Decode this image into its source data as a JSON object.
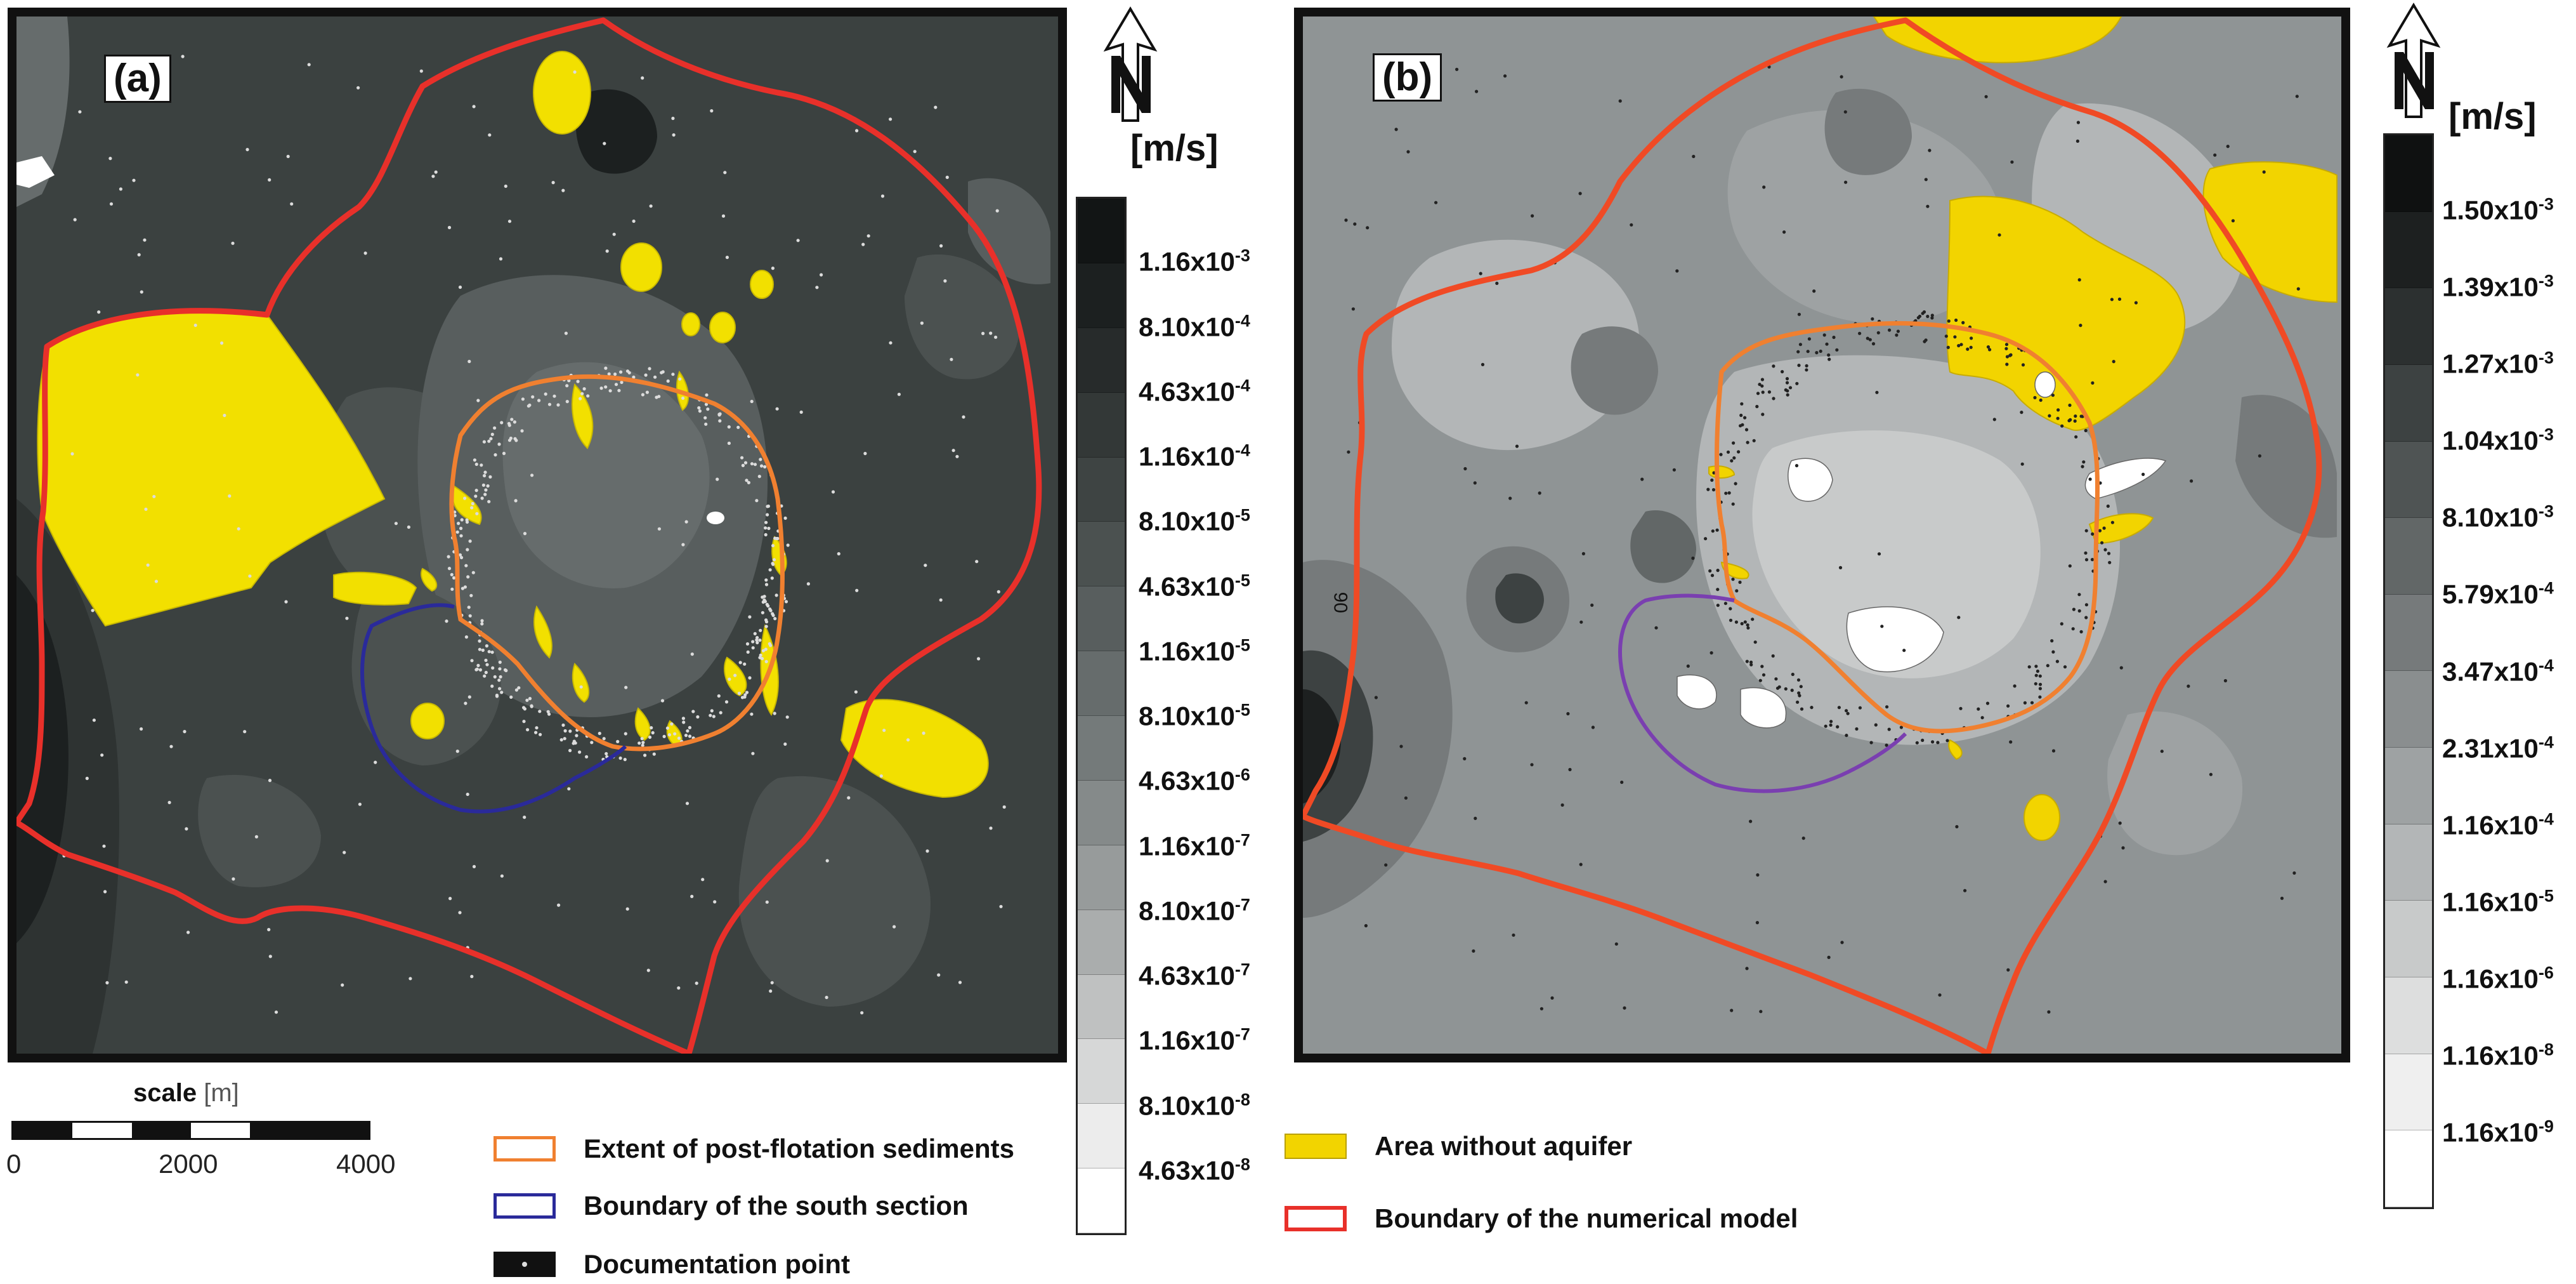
{
  "panel_a": {
    "label": "(a)",
    "unit": "[m/s]",
    "colorbar_labels": [
      {
        "base": "1.16x10",
        "exp": "-3"
      },
      {
        "base": "8.10x10",
        "exp": "-4"
      },
      {
        "base": "4.63x10",
        "exp": "-4"
      },
      {
        "base": "1.16x10",
        "exp": "-4"
      },
      {
        "base": "8.10x10",
        "exp": "-5"
      },
      {
        "base": "4.63x10",
        "exp": "-5"
      },
      {
        "base": "1.16x10",
        "exp": "-5"
      },
      {
        "base": "8.10x10",
        "exp": "-5"
      },
      {
        "base": "4.63x10",
        "exp": "-6"
      },
      {
        "base": "1.16x10",
        "exp": "-7"
      },
      {
        "base": "8.10x10",
        "exp": "-7"
      },
      {
        "base": "4.63x10",
        "exp": "-7"
      },
      {
        "base": "1.16x10",
        "exp": "-7"
      },
      {
        "base": "8.10x10",
        "exp": "-8"
      },
      {
        "base": "4.63x10",
        "exp": "-8"
      }
    ],
    "colorbar_colors": [
      "#121515",
      "#1c2020",
      "#272b2b",
      "#333837",
      "#3e4443",
      "#4b5150",
      "#585e5e",
      "#666c6c",
      "#747a7a",
      "#858a8a",
      "#979b9b",
      "#aaadad",
      "#bfc1c1",
      "#d6d7d7",
      "#ececec",
      "#ffffff"
    ]
  },
  "panel_b": {
    "label": "(b)",
    "unit": "[m/s]",
    "contour_label": "06",
    "colorbar_labels": [
      {
        "base": "1.50x10",
        "exp": "-3"
      },
      {
        "base": "1.39x10",
        "exp": "-3"
      },
      {
        "base": "1.27x10",
        "exp": "-3"
      },
      {
        "base": "1.04x10",
        "exp": "-3"
      },
      {
        "base": "8.10x10",
        "exp": "-3"
      },
      {
        "base": "5.79x10",
        "exp": "-4"
      },
      {
        "base": "3.47x10",
        "exp": "-4"
      },
      {
        "base": "2.31x10",
        "exp": "-4"
      },
      {
        "base": "1.16x10",
        "exp": "-4"
      },
      {
        "base": "1.16x10",
        "exp": "-5"
      },
      {
        "base": "1.16x10",
        "exp": "-6"
      },
      {
        "base": "1.16x10",
        "exp": "-8"
      },
      {
        "base": "1.16x10",
        "exp": "-9"
      }
    ],
    "colorbar_colors": [
      "#0f1111",
      "#1d2020",
      "#2c3030",
      "#3d4242",
      "#4f5454",
      "#626767",
      "#767a7b",
      "#8a8e8f",
      "#9ea2a3",
      "#b3b6b7",
      "#c8caca",
      "#dddede",
      "#efefef",
      "#ffffff"
    ]
  },
  "scale": {
    "title": "scale",
    "unit": "[m]",
    "ticks": [
      "0",
      "2000",
      "4000"
    ]
  },
  "legend": {
    "post_flotation": "Extent of post-flotation sediments",
    "south_section": "Boundary of the south section",
    "documentation_point": "Documentation point",
    "no_aquifer": "Area without aquifer",
    "model_boundary": "Boundary of the numerical model"
  },
  "colors": {
    "model_boundary": "#e8302a",
    "post_flotation": "#f08030",
    "south_section_a": "#2a2a9a",
    "south_section_b": "#7a3fb0",
    "no_aquifer": "#f2e000"
  }
}
